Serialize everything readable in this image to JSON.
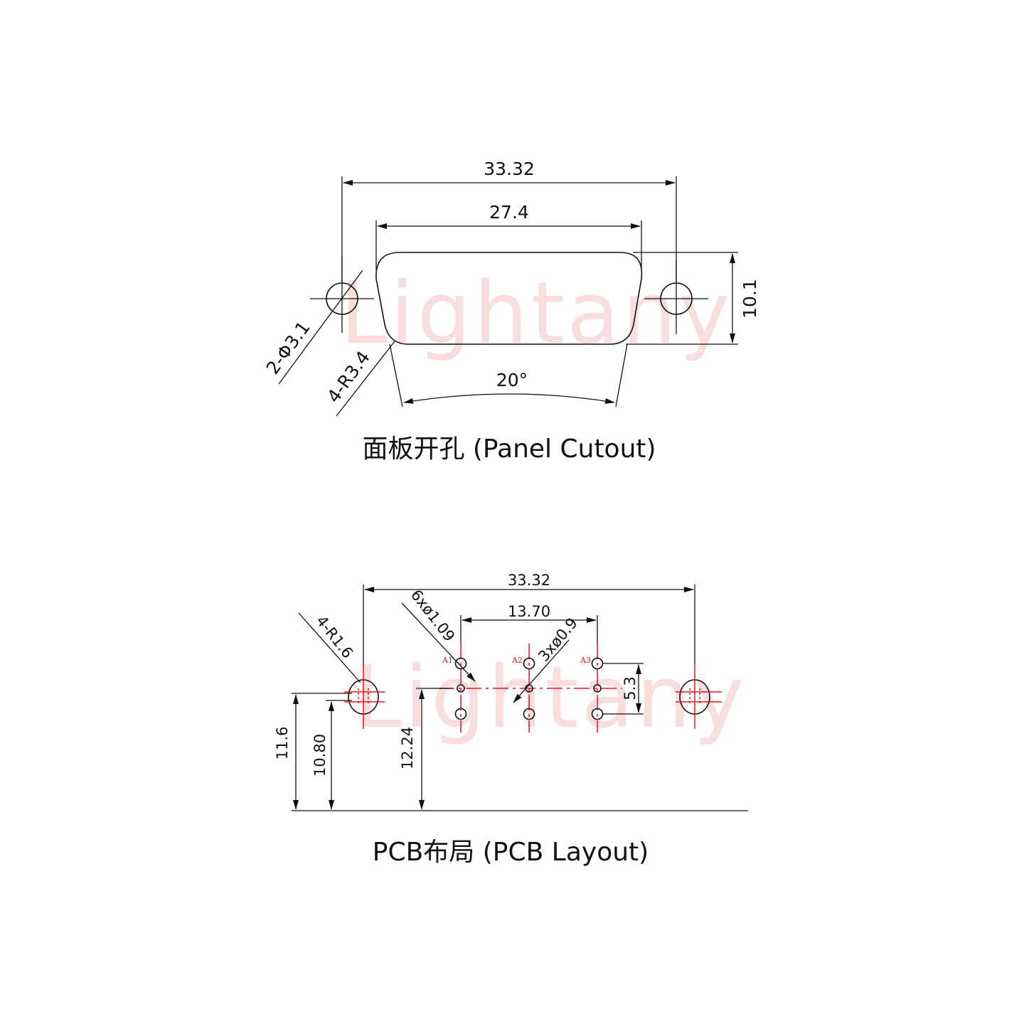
{
  "watermark": "Lightany",
  "panel_cutout": {
    "caption": "面板开孔 (Panel Cutout)",
    "dims": {
      "overall_width": "33.32",
      "shell_width": "27.4",
      "height": "10.1",
      "mount_hole": "2-Φ3.1",
      "corner_radius": "4-R3.4",
      "angle": "20°"
    }
  },
  "pcb_layout": {
    "caption": "PCB布局 (PCB Layout)",
    "dims": {
      "overall_width": "33.32",
      "pin_spacing": "13.70",
      "small_holes": "6xø1.09",
      "large_holes": "3xø0.9",
      "row_pitch": "5.3",
      "corner_radius": "4-R1.6",
      "height_a": "11.6",
      "height_b": "10.80",
      "height_c": "12.24"
    },
    "pin_labels": [
      "A1",
      "A2",
      "A3"
    ]
  },
  "colors": {
    "line": "#111111",
    "centerline": "#e8141c",
    "watermark": "#f4c4c4"
  }
}
